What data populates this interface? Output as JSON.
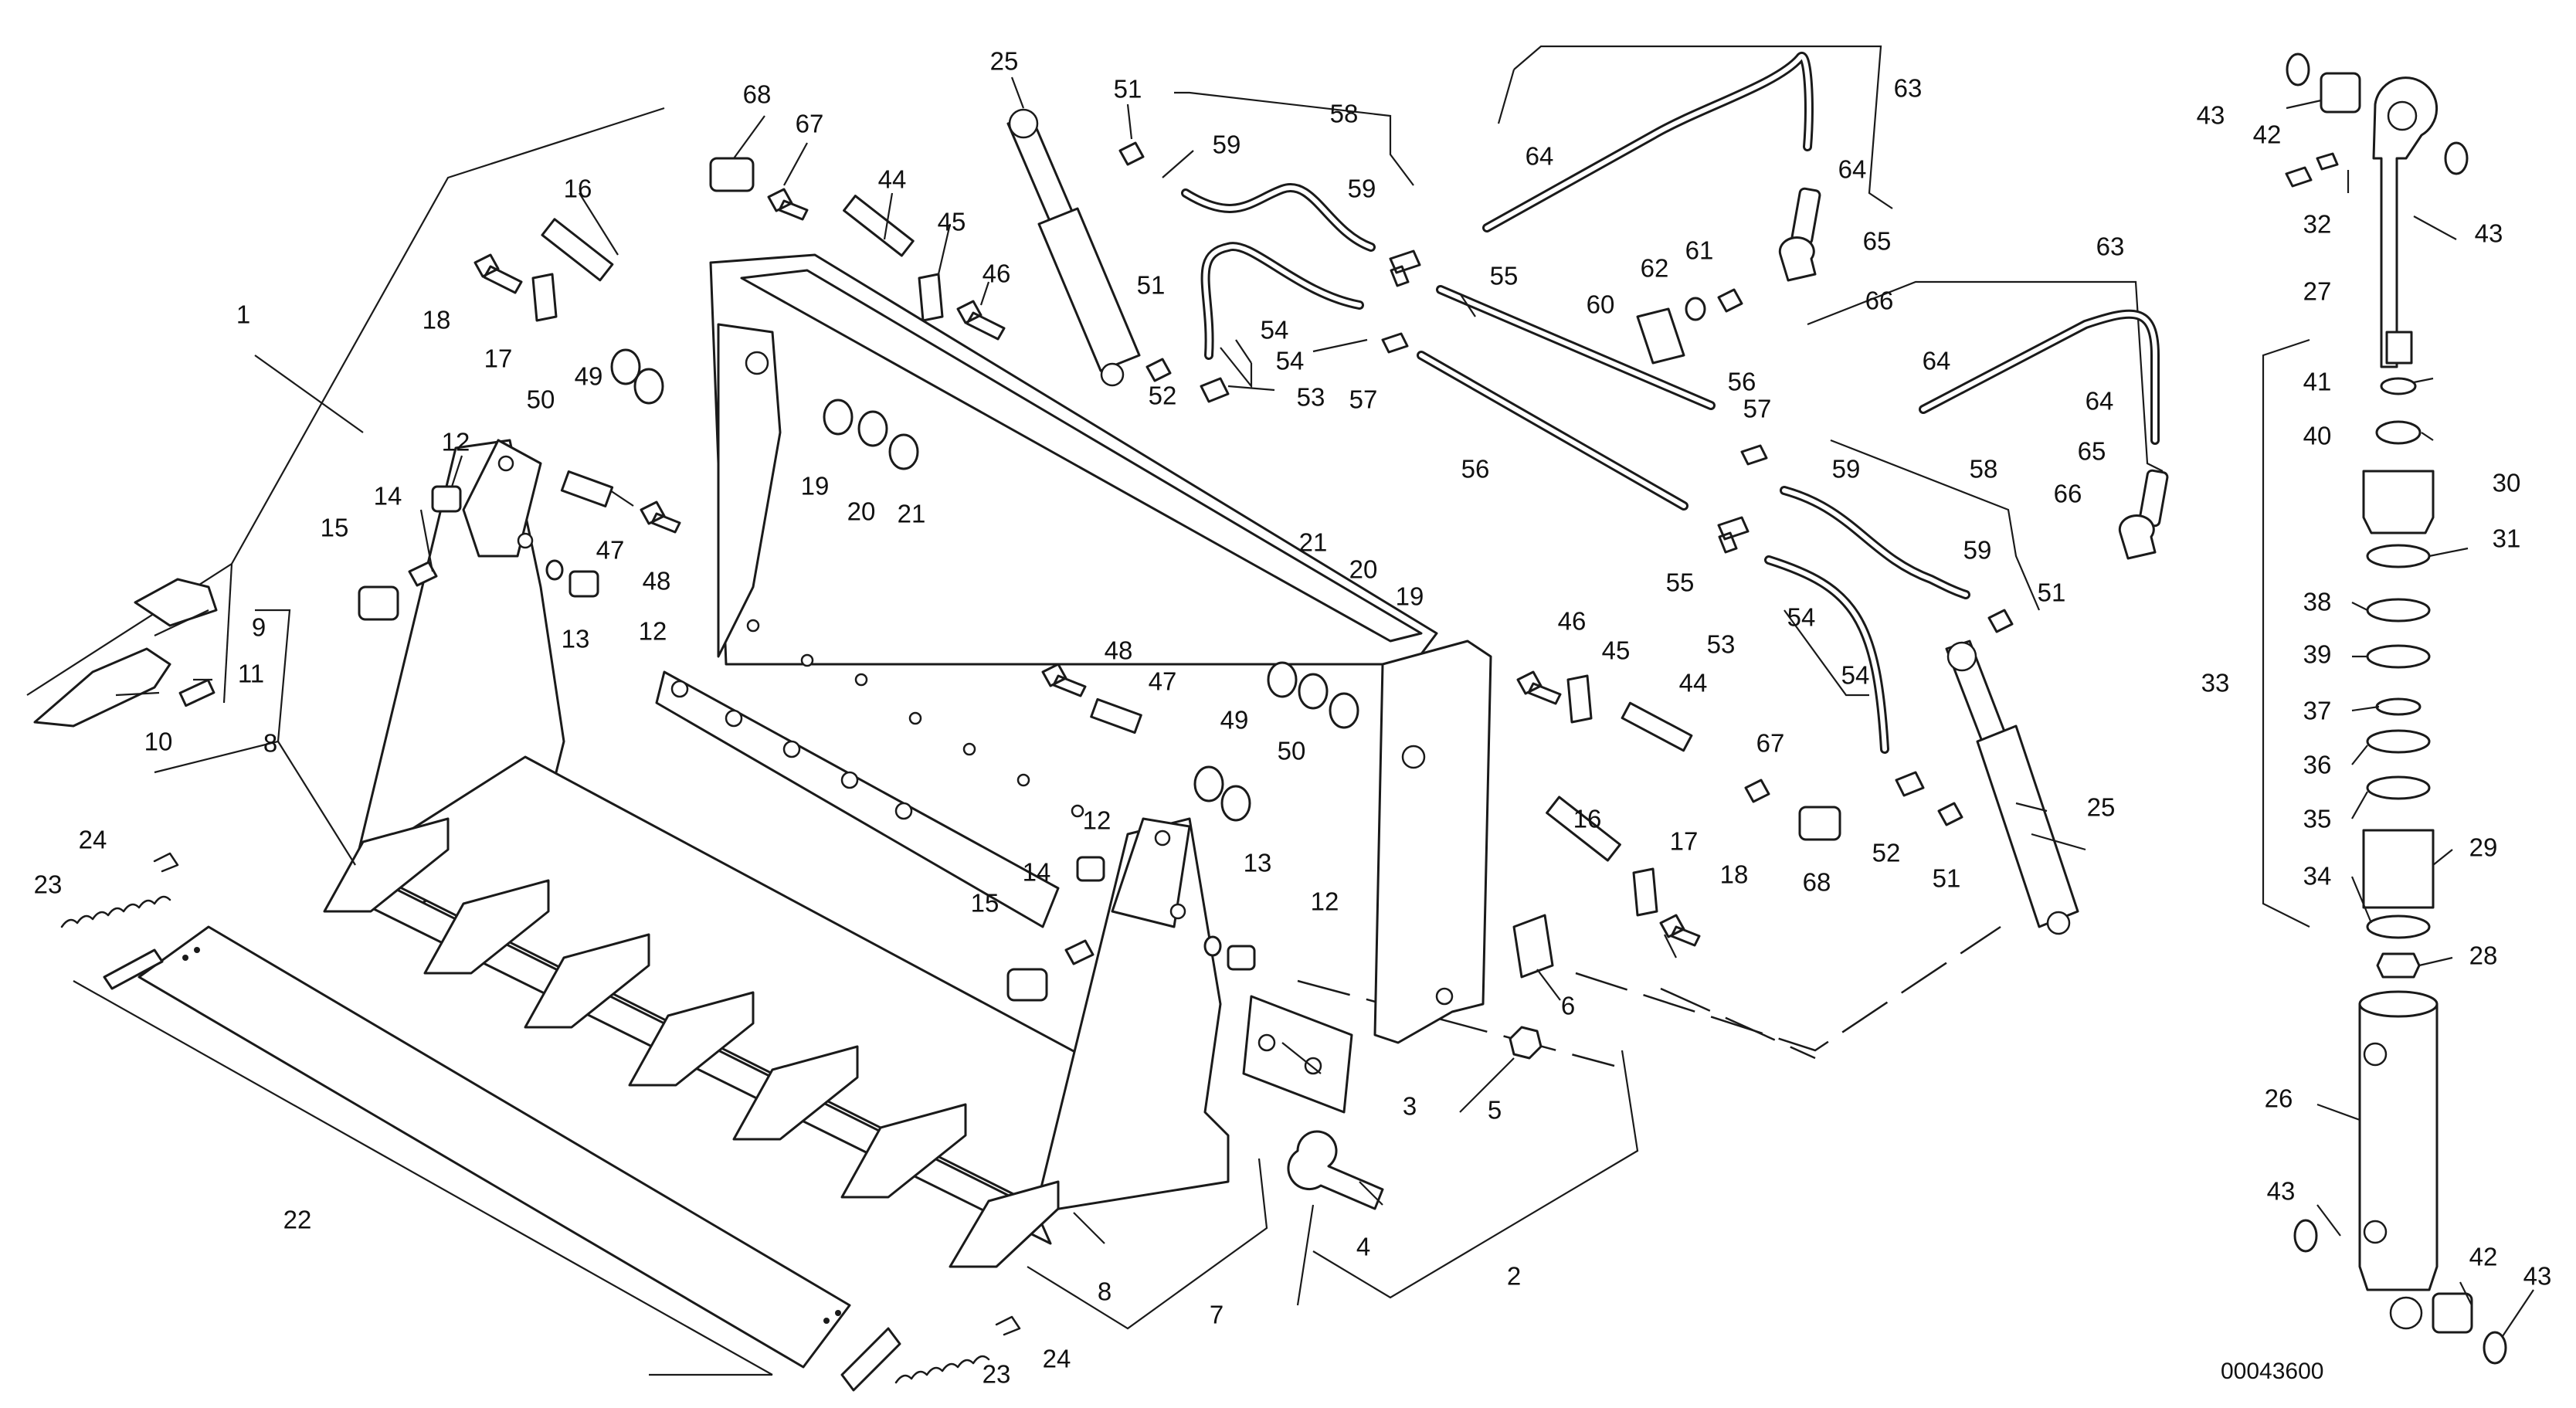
{
  "drawing_number": "00043600",
  "callouts": [
    "1",
    "2",
    "3",
    "4",
    "5",
    "6",
    "7",
    "8",
    "8",
    "9",
    "10",
    "11",
    "12",
    "12",
    "12",
    "12",
    "13",
    "13",
    "14",
    "14",
    "15",
    "15",
    "16",
    "16",
    "17",
    "17",
    "18",
    "18",
    "19",
    "19",
    "20",
    "20",
    "21",
    "21",
    "22",
    "23",
    "23",
    "24",
    "24",
    "25",
    "25",
    "26",
    "27",
    "28",
    "29",
    "30",
    "31",
    "32",
    "33",
    "34",
    "35",
    "36",
    "37",
    "38",
    "39",
    "40",
    "41",
    "42",
    "42",
    "43",
    "43",
    "43",
    "43",
    "44",
    "44",
    "45",
    "45",
    "46",
    "46",
    "47",
    "47",
    "48",
    "48",
    "49",
    "49",
    "50",
    "50",
    "51",
    "51",
    "51",
    "51",
    "52",
    "52",
    "53",
    "53",
    "54",
    "54",
    "54",
    "54",
    "55",
    "55",
    "56",
    "56",
    "57",
    "57",
    "58",
    "58",
    "59",
    "59",
    "59",
    "59",
    "60",
    "61",
    "62",
    "63",
    "63",
    "64",
    "64",
    "64",
    "64",
    "65",
    "65",
    "66",
    "66",
    "67",
    "67",
    "68",
    "68"
  ]
}
